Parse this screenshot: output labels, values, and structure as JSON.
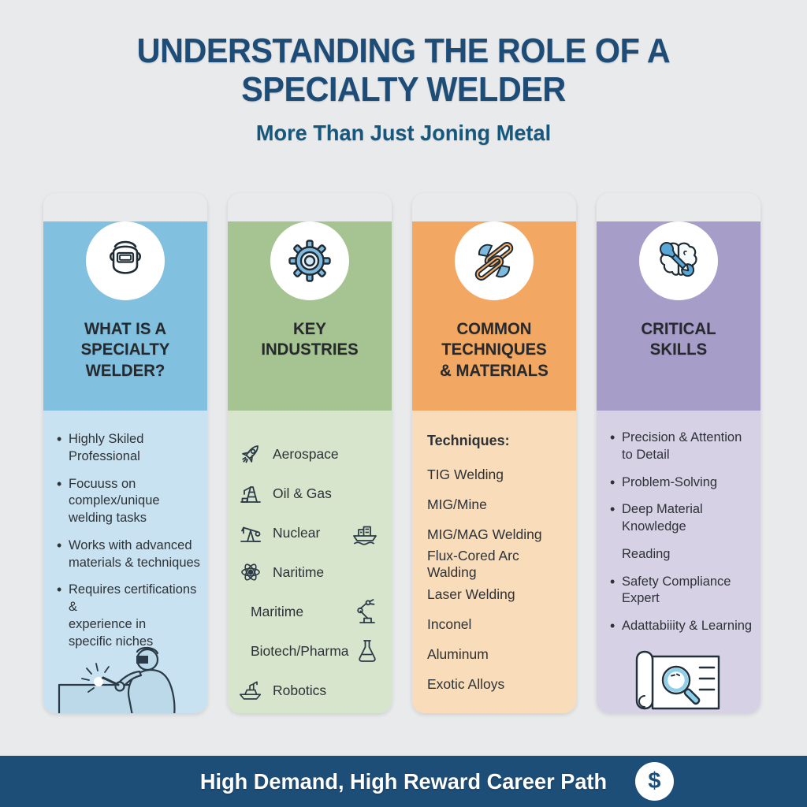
{
  "header": {
    "title": "UNDERSTANDING THE ROLE OF A\nSPECIALTY WELDER",
    "subtitle": "More Than Just Joning Metal"
  },
  "columns": [
    {
      "heading": "WHAT IS A\nSPECIALTY\nWELDER?",
      "icon": "welding-helmet-icon",
      "header_bg": "#82c0e0",
      "body_bg": "#c9e2f1",
      "bullets": [
        "Highly Skiled Professional",
        "Focuuss on complex/unique\nwelding tasks",
        "Works with advanced\nmaterials & techniques",
        "Requires certifications &\nexperience in\nspecific niches"
      ],
      "illustration": "welder-at-work-illustration"
    },
    {
      "heading": "KEY\nINDUSTRIES",
      "icon": "gear-icon",
      "header_bg": "#a6c492",
      "body_bg": "#d8e5cd",
      "items": [
        {
          "label": "Aerospace",
          "icon_left": "rocket-icon"
        },
        {
          "label": "Oil & Gas",
          "icon_left": "oil-derrick-icon"
        },
        {
          "label": "Nuclear",
          "icon_left": "pumpjack-icon",
          "icon_right": "cargo-ship-icon"
        },
        {
          "label": "Naritime",
          "icon_left": "atom-icon"
        },
        {
          "label": "Maritime",
          "icon_right": "robot-arm-icon"
        },
        {
          "label": "Biotech/Pharma",
          "icon_right": "flask-icon"
        },
        {
          "label": "Robotics",
          "icon_left": "boat-icon"
        }
      ]
    },
    {
      "heading": "COMMON\nTECHNIQUES\n& MATERIALS",
      "icon": "weld-joint-icon",
      "header_bg": "#f2a862",
      "body_bg": "#f9dcb9",
      "subheading": "Techniques:",
      "items": [
        "TIG Welding",
        "MIG/Mine",
        "MIG/MAG Welding",
        "Flux-Cored Arc Walding",
        "Laser Welding",
        "Inconel",
        "Aluminum",
        "Exotic Alloys"
      ]
    },
    {
      "heading": "CRITICAL\nSKILLS",
      "icon": "brain-wrench-icon",
      "header_bg": "#a79dc9",
      "body_bg": "#d7d1e6",
      "bullets": [
        {
          "text": "Precision & Attention\nto Detail",
          "marker": true
        },
        {
          "text": "Problem-Solving",
          "marker": true
        },
        {
          "text": "Deep Material Knowledge",
          "marker": true
        },
        {
          "text": "Reading",
          "marker": false
        },
        {
          "text": "Safety Compliance Expert",
          "marker": true
        },
        {
          "text": "Adattabiiity & Learning",
          "marker": true
        }
      ],
      "illustration": "blueprint-magnifier-illustration"
    }
  ],
  "footer": {
    "text": "High Demand, High Reward Career Path",
    "icon": "dollar-icon",
    "icon_symbol": "$",
    "background": "#1d4e78"
  },
  "colors": {
    "page_background": "#e9eaec",
    "title": "#1d4c77",
    "subtitle": "#16577d",
    "body_text": "#2d3237",
    "banner_background": "#1d4e78",
    "accent_blue": "#7fb9dd",
    "accent_orange": "#f5ae6c"
  }
}
